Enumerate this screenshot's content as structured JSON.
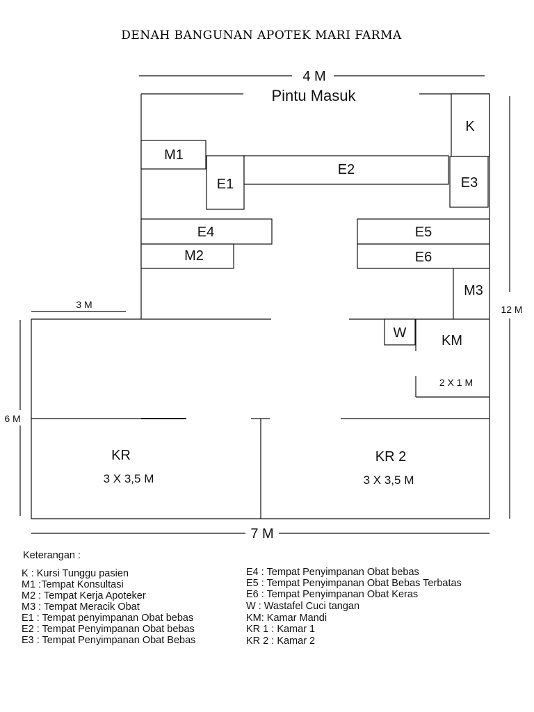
{
  "title": "DENAH BANGUNAN APOTEK MARI FARMA",
  "entrance": "Pintu Masuk",
  "dimensions": {
    "top_width": "4 M",
    "right_height": "12 M",
    "left_width": "3 M",
    "left_height": "6 M",
    "bottom_width": "7 M",
    "km_size": "2 X 1 M"
  },
  "rooms": {
    "k": "K",
    "m1": "M1",
    "e1": "E1",
    "e2": "E2",
    "e3": "E3",
    "e4": "E4",
    "m2": "M2",
    "e5": "E5",
    "e6": "E6",
    "m3": "M3",
    "w": "W",
    "km": "KM",
    "kr": "KR",
    "kr_size": "3 X 3,5 M",
    "kr2": "KR 2",
    "kr2_size": "3 X 3,5 M"
  },
  "legend": {
    "heading": "Keterangan :",
    "left": [
      "K    : Kursi Tunggu pasien",
      "M1 :Tempat Konsultasi",
      "M2 : Tempat Kerja Apoteker",
      "M3 : Tempat Meracik Obat",
      "E1 : Tempat penyimpanan Obat bebas",
      "E2 : Tempat Penyimpanan Obat bebas",
      "E3 : Tempat Penyimpanan Obat Bebas"
    ],
    "right": [
      "E4 : Tempat Penyimpanan Obat bebas",
      "E5 : Tempat Penyimpanan Obat Bebas Terbatas",
      "E6 : Tempat Penyimpanan Obat Keras",
      "W  : Wastafel Cuci tangan",
      "KM: Kamar Mandi",
      "KR 1 : Kamar 1",
      "KR 2 : Kamar 2"
    ]
  }
}
